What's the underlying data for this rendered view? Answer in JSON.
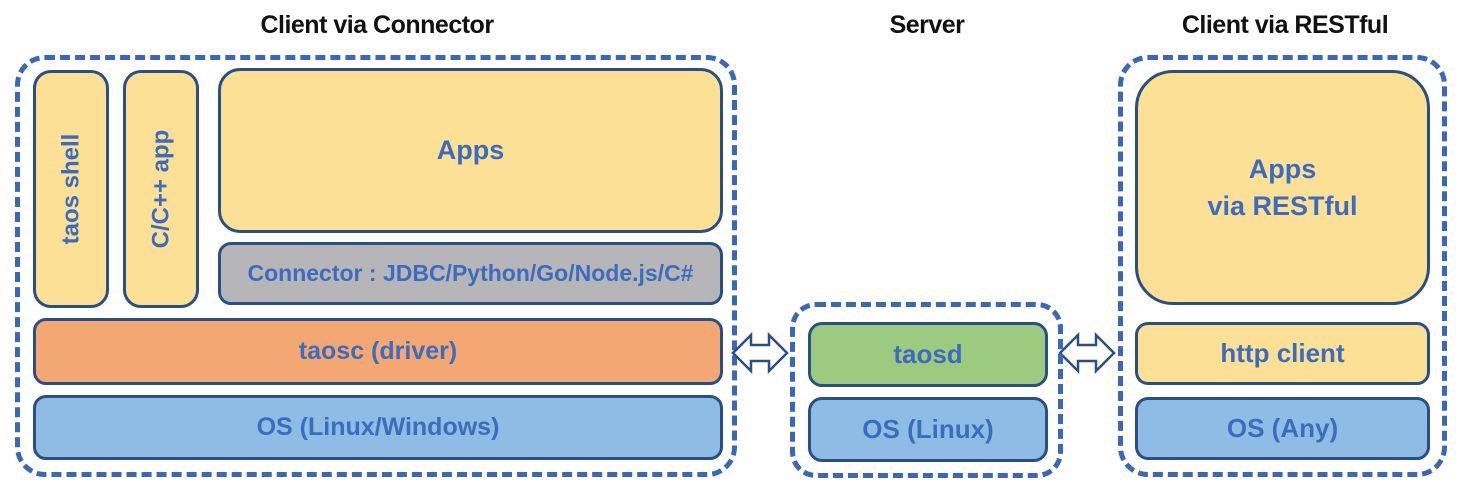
{
  "palette": {
    "dashed_border_blue": "#3A67B8",
    "box_border_navy": "#2A4E86",
    "yellow_fill": "#FBE096",
    "orange_fill": "#F3A772",
    "blue_fill": "#8FBCE4",
    "green_fill": "#9CCB80",
    "gray_fill": "#B6B6B9",
    "label_blue": "#3D6CBE",
    "title_black": "#111111"
  },
  "sections": {
    "client_connector": {
      "title": "Client via Connector",
      "taos_shell": "taos shell",
      "cpp_app": "C/C++ app",
      "apps": "Apps",
      "connector": "Connector : JDBC/Python/Go/Node.js/C#",
      "taosc": "taosc (driver)",
      "os": "OS (Linux/Windows)"
    },
    "server": {
      "title": "Server",
      "taosd": "taosd",
      "os": "OS (Linux)"
    },
    "client_restful": {
      "title": "Client via RESTful",
      "apps": "Apps\nvia RESTful",
      "http_client": "http client",
      "os": "OS (Any)"
    }
  },
  "icons": {
    "left_link": "bidirectional-arrow",
    "right_link": "bidirectional-arrow"
  }
}
